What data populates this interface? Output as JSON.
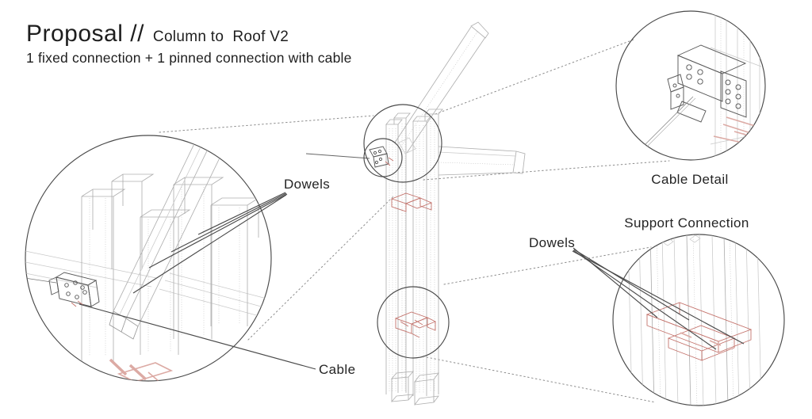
{
  "title": {
    "main": "Proposal //",
    "suffix": "Column to  Roof V2",
    "subtitle": "1 fixed connection + 1 pinned connection with cable"
  },
  "labels": {
    "dowels_left": "Dowels",
    "cable": "Cable",
    "cable_detail": "Cable Detail",
    "support_connection": "Support Connection",
    "dowels_right": "Dowels"
  },
  "colors": {
    "ink": "#222222",
    "circle": "#4a4a4a",
    "wire": "#b0b0b0",
    "wire_dark": "#5a5a5a",
    "dotted": "#8c8c8c",
    "leader": "#4a4a4a",
    "red": "#c4736c",
    "red_light": "#dcaaa4"
  }
}
